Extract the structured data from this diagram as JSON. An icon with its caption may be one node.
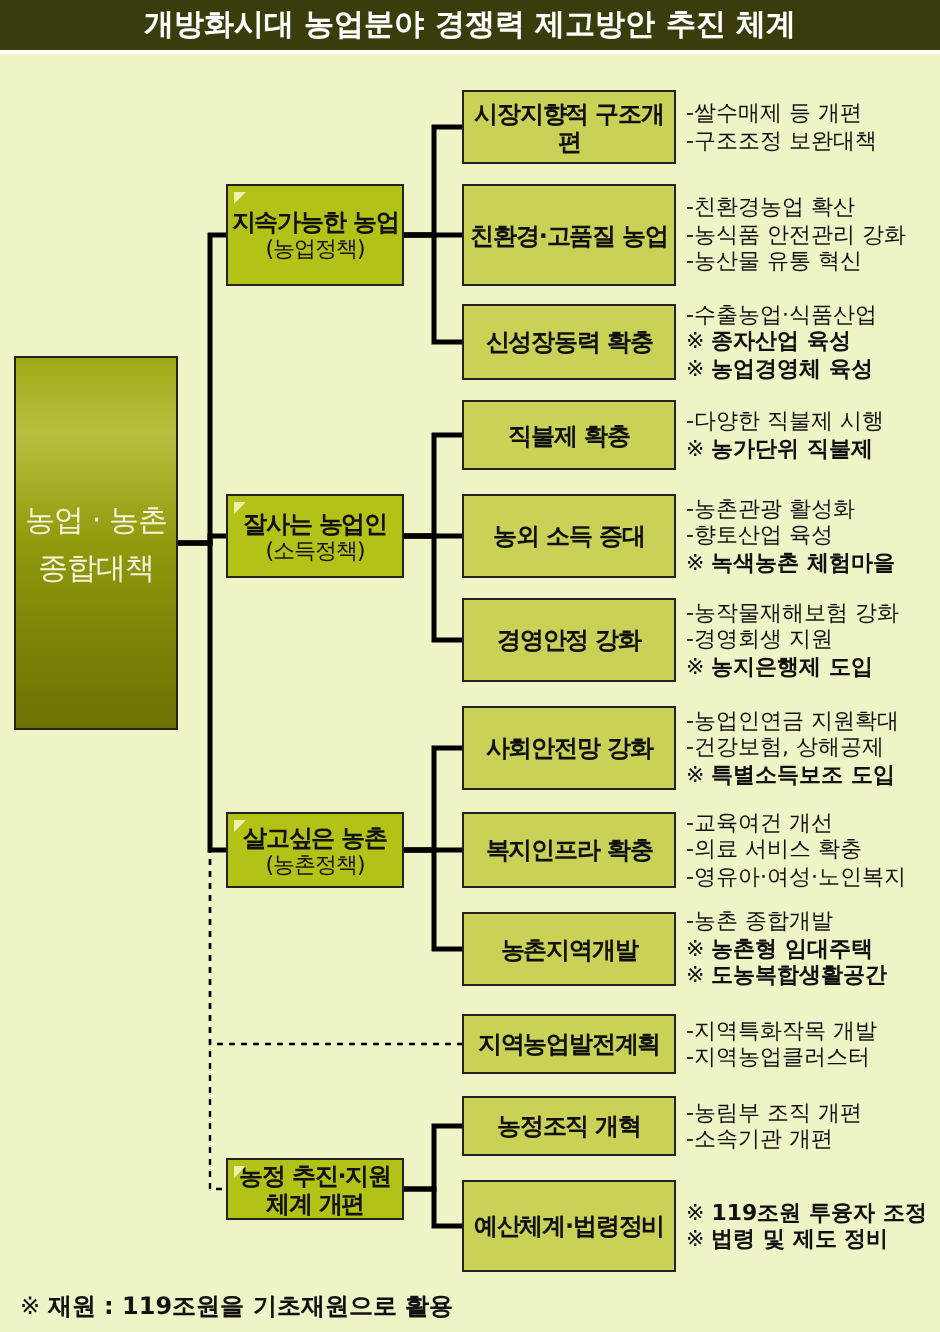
{
  "diagram": {
    "title": "개방화시대 농업분야 경쟁력 제고방안 추진 체계",
    "nodes": [
      {
        "text": [
          "농업 · 농촌 종합대책"
        ]
      },
      {
        "text": [
          "지속가능한 농업",
          "(농업정책)"
        ]
      },
      {
        "text": [
          "시장지향적 구조개편"
        ],
        "beside": [
          "-쌀수매제 등 개편",
          "-구조조정 보완대책"
        ]
      },
      {
        "text": [
          "친환경·고품질 농업"
        ],
        "beside": [
          "-친환경농업 확산",
          "-농식품 안전관리 강화",
          "-농산물 유통 혁신"
        ]
      },
      {
        "text": [
          "신성장동력 확충"
        ],
        "beside": [
          "-수출농업·식품산업",
          "※ **종자산업 육성**",
          "※ **농업경영체 육성**"
        ]
      },
      {
        "text": [
          "잘사는 농업인",
          "(소득정책)"
        ]
      },
      {
        "text": [
          "직불제 확충"
        ],
        "beside": [
          "-다양한 직불제 시행",
          "※ **농가단위 직불제**"
        ]
      },
      {
        "text": [
          "농외 소득 증대"
        ],
        "beside": [
          "-농촌관광 활성화",
          "-향토산업 육성",
          "※ **녹색농촌 체험마을**"
        ]
      },
      {
        "text": [
          "경영안정 강화"
        ],
        "beside": [
          "-농작물재해보험 강화",
          "-경영회생 지원",
          "※ **농지은행제 도입**"
        ]
      },
      {
        "text": [
          "살고싶은 농촌",
          "(농촌정책)"
        ]
      },
      {
        "text": [
          "사회안전망 강화"
        ],
        "beside": [
          "-농업인연금 지원확대",
          "-건강보험, 상해공제",
          "※ **특별소득보조 도입**"
        ]
      },
      {
        "text": [
          "복지인프라 확충"
        ],
        "beside": [
          "-교육여건 개선",
          "-의료 서비스 확충",
          "-영유아·여성·노인복지"
        ]
      },
      {
        "text": [
          "농촌지역개발"
        ],
        "beside": [
          "-농촌 종합개발",
          "※ **농촌형 임대주택**",
          "※ **도농복합생활공간**"
        ]
      },
      {
        "text": [
          "지역농업발전계획"
        ],
        "beside": [
          "-지역특화작목 개발",
          "-지역농업클러스터"
        ]
      },
      {
        "text": [
          "농정 추진·지원 체계 개편"
        ]
      },
      {
        "text": [
          "농정조직 개혁"
        ],
        "beside": [
          "-농림부 조직 개편",
          "-소속기관 개편"
        ]
      },
      {
        "text": [
          "예산체계·법령정비"
        ],
        "beside": [
          "※ **119조원 투융자 조정**",
          "※ **법령 및 제도 정비**"
        ]
      }
    ],
    "edges": [
      {
        "from": 0,
        "to": 1,
        "arrow": "none"
      },
      {
        "from": 0,
        "to": 5,
        "arrow": "none"
      },
      {
        "from": 0,
        "to": 9,
        "arrow": "none"
      },
      {
        "from": 0,
        "to": 13,
        "arrow": "none",
        "style": "dashed"
      },
      {
        "from": 0,
        "to": 14,
        "arrow": "none",
        "style": "dashed"
      },
      {
        "from": 1,
        "to": 2,
        "arrow": "none"
      },
      {
        "from": 1,
        "to": 3,
        "arrow": "none"
      },
      {
        "from": 1,
        "to": 4,
        "arrow": "none"
      },
      {
        "from": 5,
        "to": 6,
        "arrow": "none"
      },
      {
        "from": 5,
        "to": 7,
        "arrow": "none"
      },
      {
        "from": 5,
        "to": 8,
        "arrow": "none"
      },
      {
        "from": 9,
        "to": 10,
        "arrow": "none"
      },
      {
        "from": 9,
        "to": 11,
        "arrow": "none"
      },
      {
        "from": 9,
        "to": 12,
        "arrow": "none"
      },
      {
        "from": 14,
        "to": 15,
        "arrow": "none"
      },
      {
        "from": 14,
        "to": 16,
        "arrow": "none"
      }
    ],
    "labels": [
      "※ **재원 : 119조원을 기초재원으로 활용**"
    ]
  }
}
